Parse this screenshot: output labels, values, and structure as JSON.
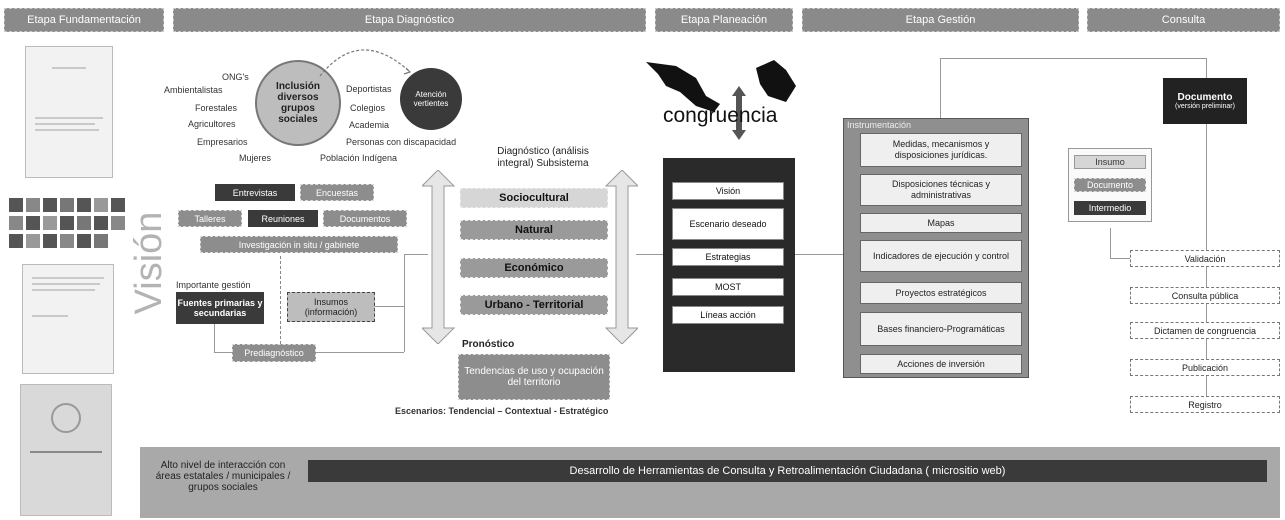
{
  "stages": {
    "fundamentacion": "Etapa Fundamentación",
    "diagnostico": "Etapa Diagnóstico",
    "planeacion": "Etapa Planeación",
    "gestion": "Etapa Gestión",
    "consulta": "Consulta"
  },
  "vision_label": "Visión",
  "inclusion": {
    "circle": "Inclusión diversos grupos sociales",
    "atencion": "Atención vertientes",
    "left_groups": [
      "ONG's",
      "Ambientalistas",
      "Forestales",
      "Agricultores",
      "Empresarios",
      "Mujeres"
    ],
    "right_groups": [
      "Deportistas",
      "Colegios",
      "Academia",
      "Personas con discapacidad",
      "Población Indígena"
    ]
  },
  "inputs": {
    "entrevistas": "Entrevistas",
    "encuestas": "Encuestas",
    "talleres": "Talleres",
    "reuniones": "Reuniones",
    "documentos": "Documentos",
    "investigacion": "Investigación in situ / gabinete",
    "importante": "Importante gestión",
    "fuentes": "Fuentes primarias y secundarias",
    "insumos": "Insumos (información)",
    "prediagnostico": "Prediagnóstico"
  },
  "diagnostico": {
    "title": "Diagnóstico (análisis integral) Subsistema",
    "subsystems": [
      "Sociocultural",
      "Natural",
      "Económico",
      "Urbano - Territorial"
    ],
    "pronostico": "Pronóstico",
    "tendencias": "Tendencias de uso y ocupación del territorio",
    "escenarios": "Escenarios:  Tendencial – Contextual - Estratégico"
  },
  "planeacion": {
    "congruencia": "congruencia",
    "items": [
      "Visión",
      "Escenario deseado",
      "Estrategias",
      "MOST",
      "Líneas acción"
    ]
  },
  "gestion": {
    "header": "Instrumentación",
    "items": [
      "Medidas, mecanismos y disposiciones jurídicas.",
      "Disposiciones técnicas y administrativas",
      "Mapas",
      "Indicadores de ejecución y control",
      "Proyectos estratégicos",
      "Bases financiero-Programáticas",
      "Acciones de inversión"
    ]
  },
  "consulta": {
    "documento": "Documento",
    "documento_sub": "(versión preliminar)",
    "legend": [
      "Insumo",
      "Documento",
      "Intermedio"
    ],
    "steps": [
      "Validación",
      "Consulta pública",
      "Dictamen de congruencia",
      "Publicación",
      "Registro"
    ]
  },
  "footer": {
    "left": "Alto nivel de interacción con áreas estatales / municipales / grupos sociales",
    "bar": "Desarrollo de Herramientas de Consulta y Retroalimentación Ciudadana ( micrositio web)"
  }
}
